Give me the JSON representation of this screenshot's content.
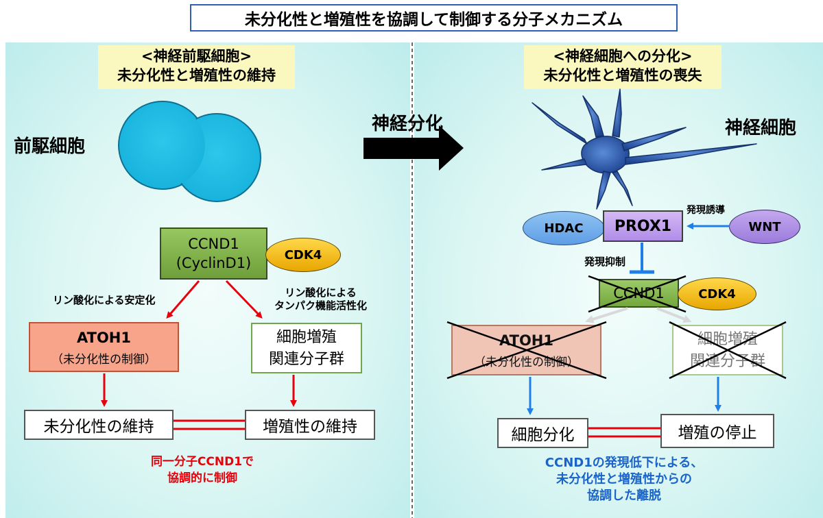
{
  "title": "未分化性と増殖性を協調して制御する分子メカニズム",
  "left": {
    "header_line1": "<神経前駆細胞>",
    "header_line2": "未分化性と増殖性の維持",
    "cell_label": "前駆細胞",
    "ccnd1_line1": "CCND1",
    "ccnd1_line2": "(CyclinD1)",
    "cdk4": "CDK4",
    "phospho_stab": "リン酸化による安定化",
    "phospho_act_line1": "リン酸化による",
    "phospho_act_line2": "タンパク機能活性化",
    "atoh1": "ATOH1",
    "atoh1_sub": "（未分化性の制御）",
    "prolif_line1": "細胞増殖",
    "prolif_line2": "関連分子群",
    "maintain_undiff": "未分化性の維持",
    "maintain_prolif": "増殖性の維持",
    "note_line1": "同一分子CCND1で",
    "note_line2": "協調的に制御"
  },
  "middle": {
    "arrow_label": "神経分化"
  },
  "right": {
    "header_line1": "<神経細胞への分化>",
    "header_line2": "未分化性と増殖性の喪失",
    "cell_label": "神経細胞",
    "hdac": "HDAC",
    "prox1": "PROX1",
    "wnt": "WNT",
    "induce": "発現誘導",
    "suppress": "発現抑制",
    "ccnd1": "CCND1",
    "cdk4": "CDK4",
    "atoh1": "ATOH1",
    "atoh1_sub": "（未分化性の制御）",
    "prolif_line1": "細胞増殖",
    "prolif_line2": "関連分子群",
    "differentiation": "細胞分化",
    "prolif_stop": "増殖の停止",
    "note_line1": "CCND1の発現低下による、",
    "note_line2": "未分化性と増殖性からの",
    "note_line3": "協調した離脱"
  },
  "colors": {
    "red": "#e8000b",
    "blue": "#1f7fe6",
    "note_blue": "#1a63c9",
    "grey_arrow": "#d9d9d9"
  }
}
